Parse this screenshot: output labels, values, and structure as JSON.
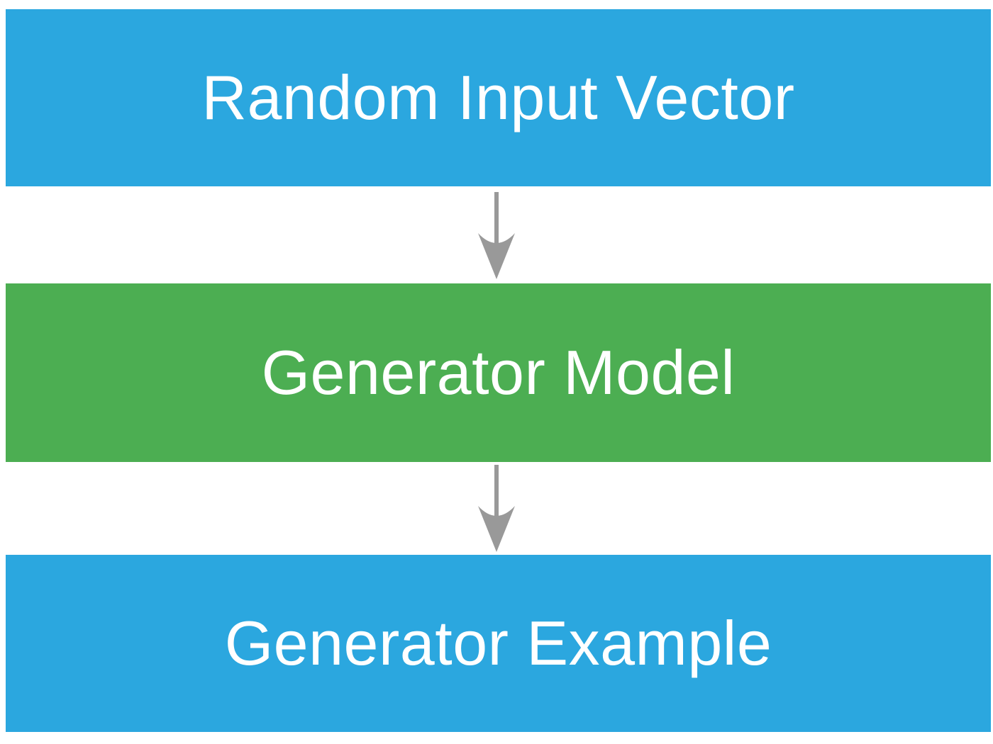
{
  "diagram": {
    "kind": "vertical-flow-diagram",
    "background": "#FFFFFF",
    "text_color": "#FFFFFF",
    "nodes": [
      {
        "id": "random-input-vector",
        "label": "Random Input Vector",
        "color": "#2BA7DF"
      },
      {
        "id": "generator-model",
        "label": "Generator Model",
        "color": "#4CAE52"
      },
      {
        "id": "generator-example",
        "label": "Generator Example",
        "color": "#2BA7DF"
      }
    ],
    "connectors": [
      {
        "from": "random-input-vector",
        "to": "generator-model",
        "direction": "down",
        "color": "#999999"
      },
      {
        "from": "generator-model",
        "to": "generator-example",
        "direction": "down",
        "color": "#999999"
      }
    ]
  }
}
